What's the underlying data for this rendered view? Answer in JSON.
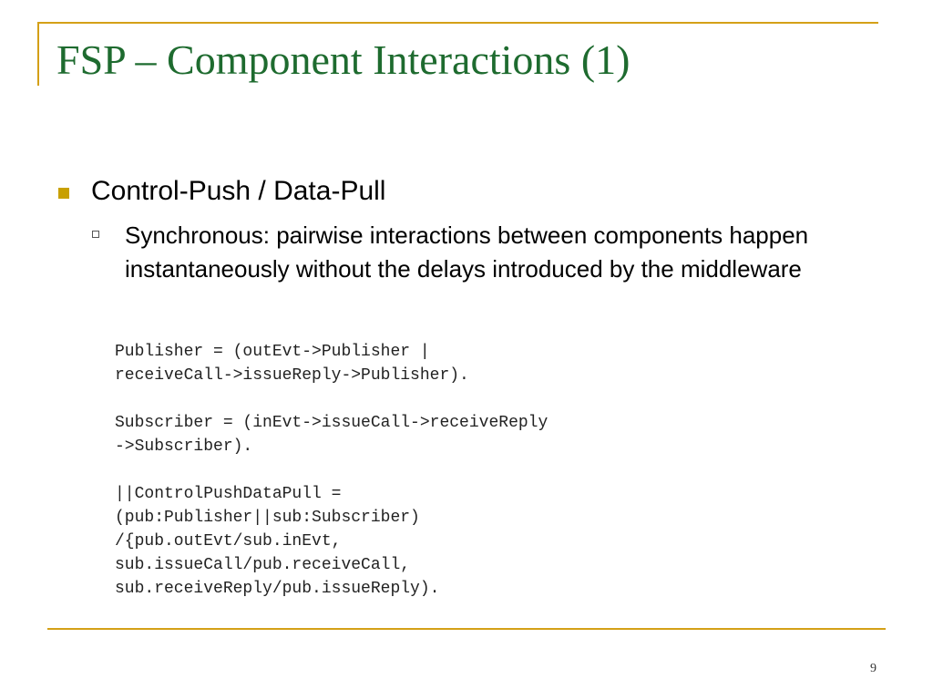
{
  "slide": {
    "title": "FSP – Component Interactions (1)",
    "bullet1": "Control-Push / Data-Pull",
    "bullet2": "Synchronous: pairwise interactions between components happen instantaneously without the delays introduced by the middleware",
    "code": "Publisher = (outEvt->Publisher |\nreceiveCall->issueReply->Publisher).\n\nSubscriber = (inEvt->issueCall->receiveReply\n->Subscriber).\n\n||ControlPushDataPull =\n(pub:Publisher||sub:Subscriber)\n/{pub.outEvt/sub.inEvt,\nsub.issueCall/pub.receiveCall,\nsub.receiveReply/pub.issueReply).",
    "page_number": "9"
  },
  "colors": {
    "title": "#1e6b2f",
    "accent": "#d4a017",
    "bullet": "#c8a000"
  },
  "icons": {
    "bullet1": "filled-square-bullet-icon",
    "bullet2": "hollow-square-bullet-icon"
  }
}
